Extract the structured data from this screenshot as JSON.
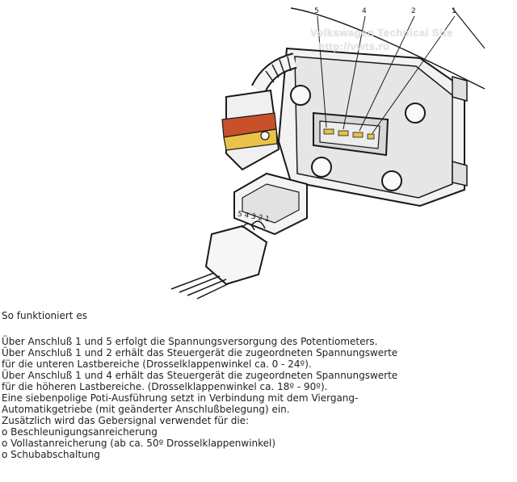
{
  "figure": {
    "callouts": [
      "5",
      "4",
      "2",
      "1"
    ],
    "plug_pins": "5 4 3 2 1",
    "watermark": [
      "Volkswagen Technical Site",
      "http://vwts.ru"
    ],
    "colors": {
      "stripe_red": "#c8502a",
      "stripe_yellow": "#e9c24a",
      "line": "#1a1a1a",
      "shade": "#e8e8e8"
    }
  },
  "text": {
    "heading": "So funktioniert es",
    "lines": [
      "Über Anschluß 1 und 5 erfolgt die Spannungsversorgung des Potentiometers.",
      "Über Anschluß 1 und 2 erhält das Steuergerät die zugeordneten Spannungswerte",
      "für die unteren Lastbereiche (Drosselklappenwinkel ca. 0 - 24º).",
      "Über Anschluß 1 und 4 erhält das Steuergerät die zugeordneten Spannungswerte",
      "für die höheren Lastbereiche. (Drosselklappenwinkel ca. 18º - 90º).",
      "Eine siebenpolige Poti-Ausführung setzt in Verbindung mit dem Viergang-",
      "Automatikgetriebe (mit geänderter Anschlußbelegung) ein.",
      "Zusätzlich wird das Gebersignal verwendet für die:",
      "o Beschleunigungsanreicherung",
      "o Vollastanreicherung (ab ca. 50º Drosselklappenwinkel)",
      "o Schubabschaltung"
    ]
  }
}
